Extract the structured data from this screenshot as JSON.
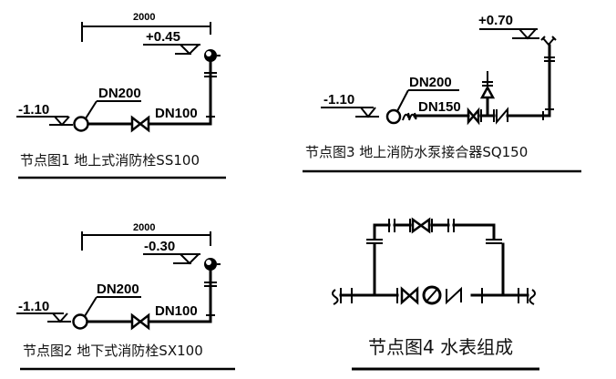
{
  "node1": {
    "caption": "节点图1  地上式消防栓SS100",
    "dimension": "2000",
    "elev_top": "+0.45",
    "elev_left": "-1.10",
    "pipe_main": "DN200",
    "pipe_branch": "DN100"
  },
  "node2": {
    "caption": "节点图2   地下式消防栓SX100",
    "dimension": "2000",
    "elev_top": "-0.30",
    "elev_left": "-1.10",
    "pipe_main": "DN200",
    "pipe_branch": "DN100"
  },
  "node3": {
    "caption": "节点图3    地上消防水泵接合器SQ150",
    "elev_top": "+0.70",
    "elev_left": "-1.10",
    "pipe_main": "DN200",
    "pipe_branch": "DN150"
  },
  "node4": {
    "caption": "节点图4 水表组成"
  }
}
